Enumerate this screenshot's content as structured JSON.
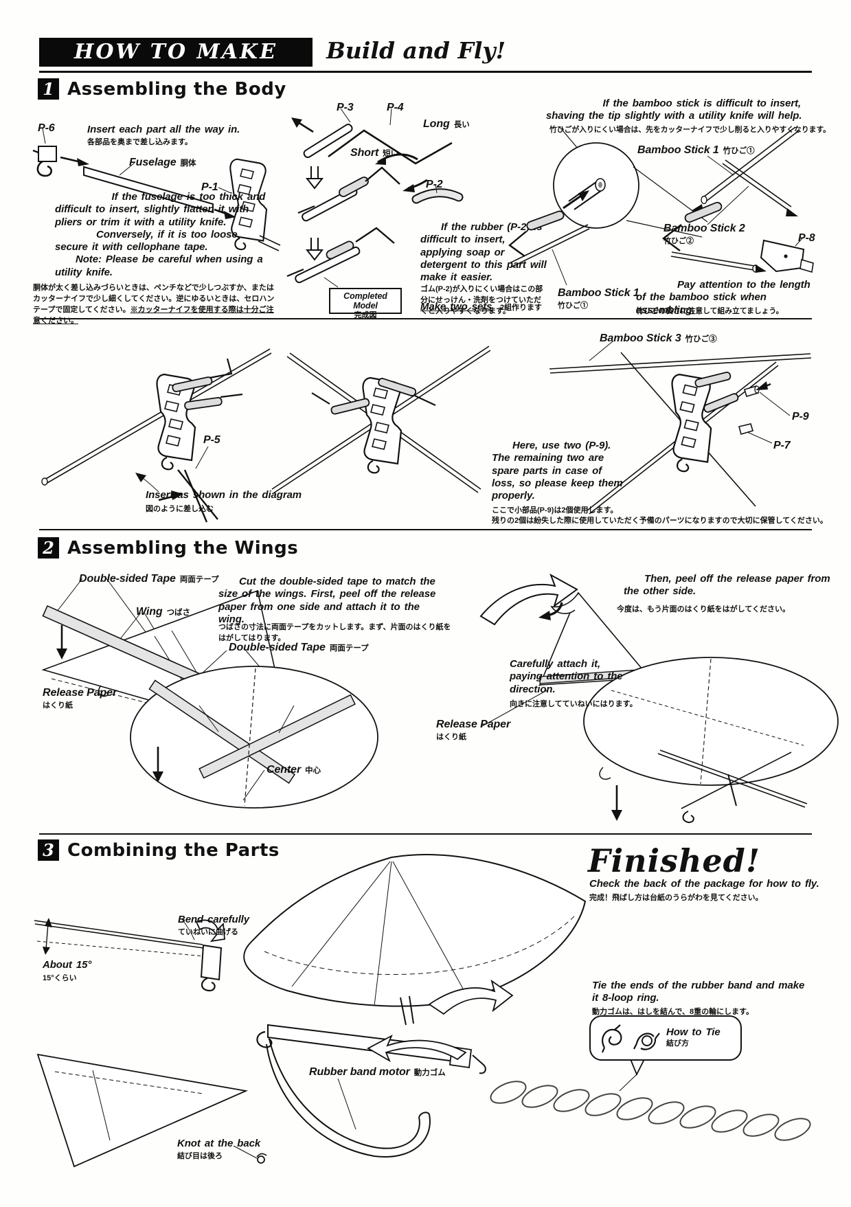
{
  "header": {
    "badge": "HOW TO MAKE",
    "title": "Build and Fly!"
  },
  "s1": {
    "num": "1",
    "title": "Assembling the Body",
    "p1": "P-1",
    "p2": "P-2",
    "p3": "P-3",
    "p4": "P-4",
    "p5": "P-5",
    "p6": "P-6",
    "p7": "P-7",
    "p8": "P-8",
    "p9": "P-9",
    "insert_each_en": "Insert each part all the way in.",
    "insert_each_ja": "各部品を奥まで差し込みます。",
    "fuselage_en": "Fuselage",
    "fuselage_ja": "胴体",
    "fuselage_note_1": "If the fuselage is too thick and difficult to insert, slightly flatten it with pliers or trim it with a utility knife.",
    "fuselage_note_2": "Conversely, if it is too loose, secure it with cellophane tape.",
    "fuselage_note_label": "Note",
    "fuselage_note_3": ": Please be careful when using a utility knife.",
    "fuselage_note_ja": "胴体が太く差し込みづらいときは、ペンチなどで少しつぶすか、またはカッターナイフで少し細くしてください。逆にゆるいときは、セロハンテープで固定してください。",
    "fuselage_note_ja_caution": "※カッターナイフを使用する際は十分ご注意ください。",
    "long_en": "Long",
    "long_ja": "長い",
    "short_en": "Short",
    "short_ja": "短い",
    "rubber_note_en": "If the rubber (P-2) is difficult to insert, applying soap or detergent to this part will make it easier.",
    "rubber_note_ja": "ゴム(P-2)が入りにくい場合はこの部分にせっけん・洗剤をつけていただくと入りやすくなります。",
    "completed_en": "Completed Model",
    "completed_ja": "完成図",
    "make_two_en": "Make two sets",
    "make_two_ja": "2組作ります",
    "bamboo_note_en": "If the bamboo stick is difficult to insert, shaving the tip slightly with a utility knife will help.",
    "bamboo_note_ja": "竹ひごが入りにくい場合は、先をカッターナイフで少し削ると入りやすくなります。",
    "bamboo1_en": "Bamboo Stick 1",
    "bamboo1_ja": "竹ひご①",
    "bamboo2_en": "Bamboo Stick 2",
    "bamboo2_ja": "竹ひご②",
    "bamboo3_en": "Bamboo Stick 3",
    "bamboo3_ja": "竹ひご③",
    "length_note_en": "Pay attention to the length of the bamboo stick when assembling.",
    "length_note_ja": "竹ひごの長さに注意して組み立てましょう。",
    "insert_diagram_en": "Insert as shown in the diagram",
    "insert_diagram_ja": "図のように差し込む",
    "p9_note_en": "Here, use two (P-9). The remaining two are spare parts in case of loss, so please keep them properly.",
    "p9_note_ja1": "ここで小部品(P-9)は2個使用します。",
    "p9_note_ja2": "残りの2個は紛失した際に使用していただく予備のパーツになりますので大切に保管してください。"
  },
  "s2": {
    "num": "2",
    "title": "Assembling the Wings",
    "tape_en": "Double-sided Tape",
    "tape_ja": "両面テープ",
    "wing_en": "Wing",
    "wing_ja": "つばさ",
    "release_en": "Release Paper",
    "release_ja": "はくり紙",
    "cut_note_en": "Cut the double-sided tape to match the size of the wings. First, peel off the release paper from one side and attach it to the wing.",
    "cut_note_ja": "つばさの寸法に両面テープをカットします。まず、片面のはくり紙をはがしてはります。",
    "center_en": "Center",
    "center_ja": "中心",
    "peel_note_en": "Then, peel off the release paper from the other side.",
    "peel_note_ja": "今度は、もう片面のはくり紙をはがしてください。",
    "attach_note_en": "Carefully attach it, paying attention to the direction.",
    "attach_note_ja": "向きに注意してていねいにはります。"
  },
  "s3": {
    "num": "3",
    "title": "Combining the Parts",
    "finished": "Finished!",
    "check_en": "Check the back of the package for how to fly.",
    "check_ja": "完成！飛ばし方は台紙のうらがわを見てください。",
    "bend_en": "Bend carefully",
    "bend_ja": "ていねいに曲げる",
    "angle_en": "About 15°",
    "angle_ja": "15°くらい",
    "motor_en": "Rubber band motor",
    "motor_ja": "動力ゴム",
    "knot_en": "Knot at the back",
    "knot_ja": "結び目は後ろ",
    "tie_note_en": "Tie the ends of the rubber band and make it 8-loop ring.",
    "tie_note_ja": "動力ゴムは、はしを結んで、8重の輪にします。",
    "howtie_en": "How to Tie",
    "howtie_ja": "結び方"
  }
}
